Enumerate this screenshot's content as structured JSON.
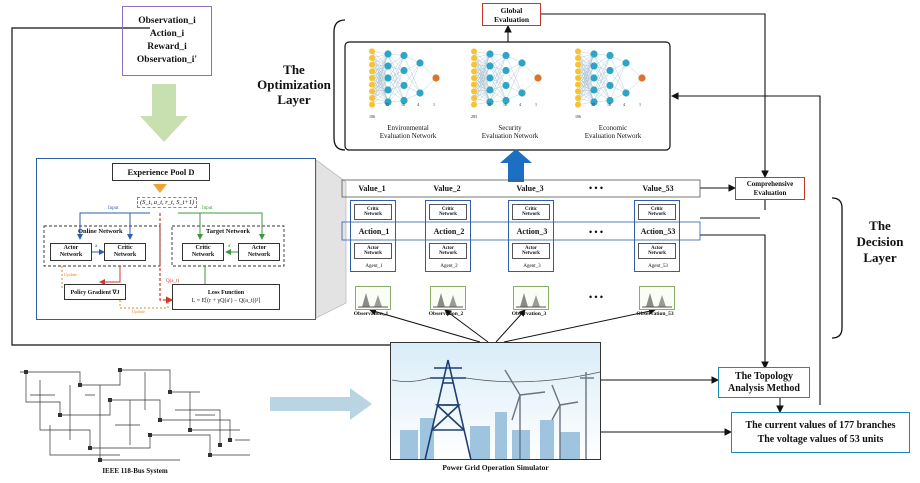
{
  "observation_box": {
    "lines": [
      "Observation_i",
      "Action_i",
      "Reward_i",
      "Observation_i'"
    ]
  },
  "optimization": {
    "title_lines": [
      "The",
      "Optimization",
      "Layer"
    ],
    "global_evaluation": [
      "Global",
      "Evaluation"
    ],
    "networks": [
      {
        "label_lines": [
          "Environmental",
          "Evaluation Network"
        ],
        "layer_counts": [
          "106",
          "32",
          "16",
          "4",
          "1"
        ]
      },
      {
        "label_lines": [
          "Security",
          "Evaluation Network"
        ],
        "layer_counts": [
          "283",
          "32",
          "16",
          "4",
          "1"
        ]
      },
      {
        "label_lines": [
          "Economic",
          "Evaluation Network"
        ],
        "layer_counts": [
          "106",
          "32",
          "16",
          "4",
          "1"
        ]
      }
    ]
  },
  "decision": {
    "title_lines": [
      "The",
      "Decision",
      "Layer"
    ],
    "values": [
      "Value_1",
      "Value_2",
      "Value_3",
      "Value_53"
    ],
    "actions": [
      "Action_1",
      "Action_2",
      "Action_3",
      "Action_53"
    ],
    "critic_label": [
      "Critic",
      "Network"
    ],
    "actor_label": [
      "Actor",
      "Network"
    ],
    "agents": [
      "Agent_1",
      "Agent_2",
      "Agent_3",
      "Agent_53"
    ],
    "observations": [
      "Observation_1",
      "Observation_2",
      "Observation_3",
      "Observation_53"
    ],
    "dots": "• • •",
    "comprehensive_evaluation": [
      "Comprehensive",
      "Evaluation"
    ]
  },
  "experience": {
    "pool_label": "Experience Pool D",
    "input_left": "Input",
    "input_right": "Input",
    "tuple": "(S_t, a_t, r_t, S_t+1)",
    "online_network": "Online Network",
    "target_network": "Target Network",
    "actor_network": [
      "Actor",
      "Network"
    ],
    "critic_network": [
      "Critic",
      "Network"
    ],
    "policy_gradient": "Policy Gradient ∇J",
    "loss_function": "Loss Function",
    "loss_formula": "L = E[(r + γQ(a′) − Q(a_t))²]",
    "q_label": "Q(a_t)",
    "a_label": "a",
    "a_prime_label": "a′",
    "update_left": "Update",
    "update_bottom": "Update"
  },
  "bus_system": {
    "label": "IEEE 118-Bus System"
  },
  "simulator": {
    "label": "Power Grid Operation Simulator"
  },
  "topology": {
    "lines": [
      "The Topology",
      "Analysis Method"
    ]
  },
  "current_values": {
    "lines": [
      "The current values of 177 branches",
      "The voltage values of 53 units"
    ]
  }
}
